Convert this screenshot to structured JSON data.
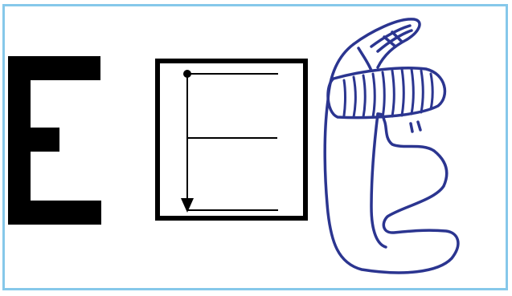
{
  "figure": {
    "panels": [
      {
        "name": "letter-e",
        "text": "E"
      },
      {
        "name": "boxed-e-diagram",
        "text": ""
      },
      {
        "name": "sketched-e-figure",
        "text": ""
      }
    ]
  },
  "colors": {
    "frame_border": "#86c8ea",
    "letter_fill": "#000000",
    "diagram_stroke": "#000000",
    "sketch_stroke": "#2b3590",
    "background": "#ffffff"
  }
}
